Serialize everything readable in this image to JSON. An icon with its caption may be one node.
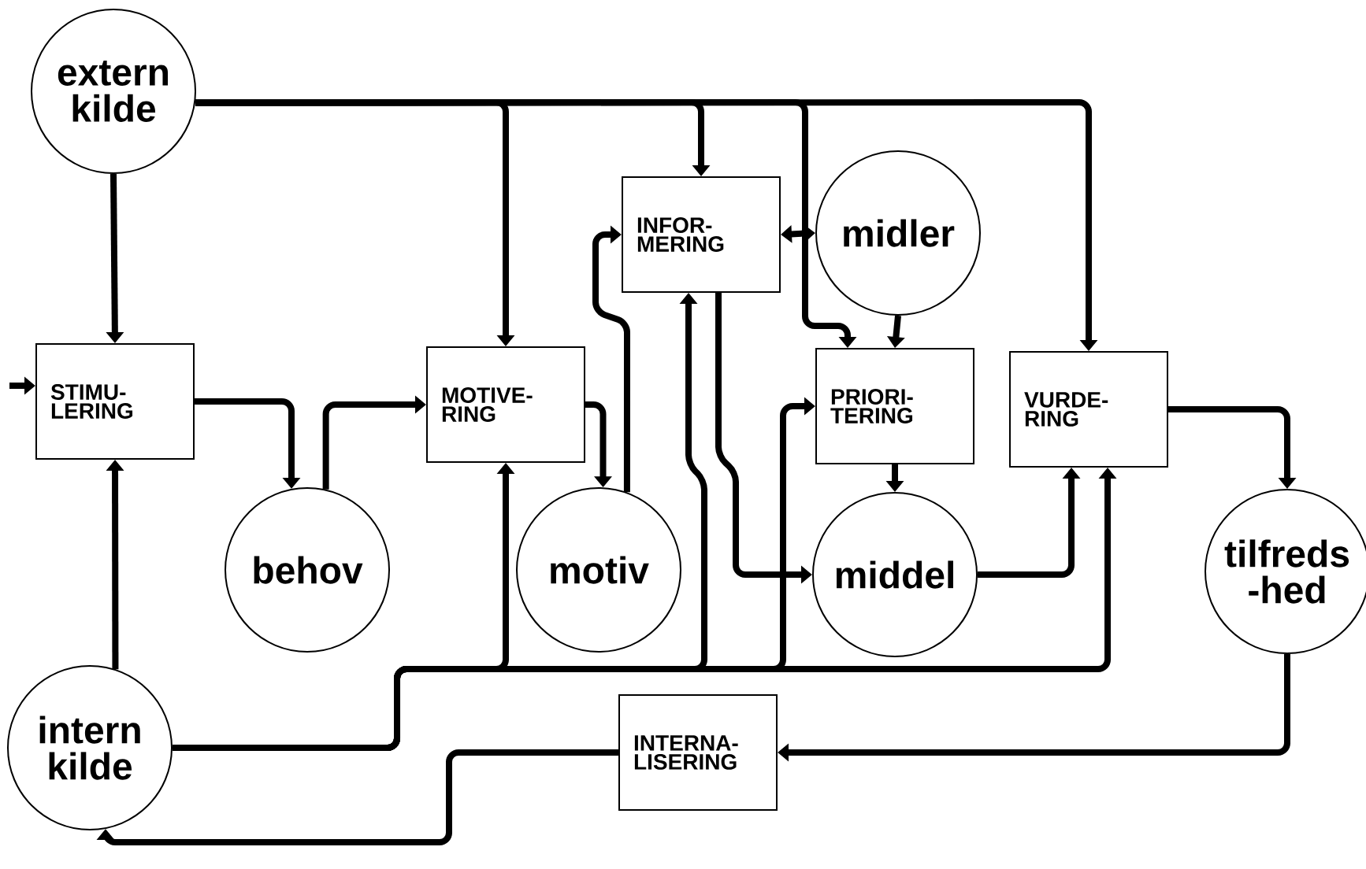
{
  "diagram": {
    "nodes": [
      {
        "text": [
          "extern kilde"
        ]
      },
      {
        "text": [
          "STIMU- LERING"
        ]
      },
      {
        "text": [
          "behov"
        ]
      },
      {
        "text": [
          "MOTIVE- RING"
        ]
      },
      {
        "text": [
          "motiv"
        ]
      },
      {
        "text": [
          "INFOR- MERING"
        ]
      },
      {
        "text": [
          "midler"
        ]
      },
      {
        "text": [
          "PRIORI- TERING"
        ]
      },
      {
        "text": [
          "middel"
        ]
      },
      {
        "text": [
          "VURDE- RING"
        ]
      },
      {
        "text": [
          "tilfreds -hed"
        ]
      },
      {
        "text": [
          "intern kilde"
        ]
      },
      {
        "text": [
          "INTERNA- LISERING"
        ]
      }
    ],
    "edges": [
      {
        "from": 0,
        "to": 1,
        "arrow": "to"
      },
      {
        "from": 0,
        "to": 3,
        "arrow": "to"
      },
      {
        "from": 0,
        "to": 5,
        "arrow": "to"
      },
      {
        "from": 0,
        "to": 7,
        "arrow": "to"
      },
      {
        "from": 0,
        "to": 9,
        "arrow": "to"
      },
      {
        "from": 6,
        "to": 5,
        "arrow": "both"
      },
      {
        "from": 6,
        "to": 7,
        "arrow": "to"
      },
      {
        "from": 1,
        "to": 2,
        "arrow": "to"
      },
      {
        "from": 2,
        "to": 3,
        "arrow": "to"
      },
      {
        "from": 3,
        "to": 4,
        "arrow": "to"
      },
      {
        "from": 4,
        "to": 5,
        "arrow": "to"
      },
      {
        "from": 5,
        "to": 8,
        "arrow": "to"
      },
      {
        "from": 7,
        "to": 8,
        "arrow": "to"
      },
      {
        "from": 8,
        "to": 9,
        "arrow": "to"
      },
      {
        "from": 9,
        "to": 10,
        "arrow": "to"
      },
      {
        "from": 10,
        "to": 12,
        "arrow": "to"
      },
      {
        "from": 12,
        "to": 11,
        "arrow": "to"
      },
      {
        "from": 11,
        "to": 1,
        "arrow": "to"
      },
      {
        "from": 11,
        "to": 3,
        "arrow": "to"
      },
      {
        "from": 11,
        "to": 5,
        "arrow": "to"
      },
      {
        "from": 11,
        "to": 7,
        "arrow": "to"
      },
      {
        "from": 11,
        "to": 9,
        "arrow": "to"
      },
      {
        "from": null,
        "to": 1,
        "arrow": "to"
      }
    ]
  }
}
